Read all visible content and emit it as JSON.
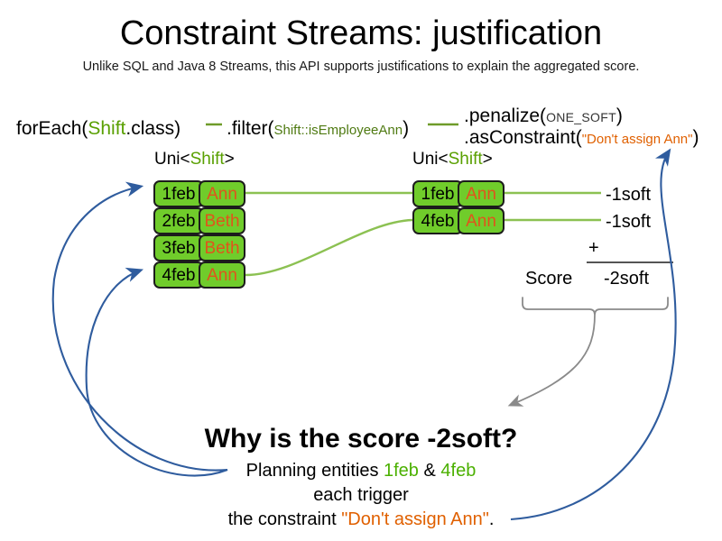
{
  "slide": {
    "title": "Constraint Streams: justification",
    "subtitle": "Unlike SQL and Java 8 Streams, this API supports justifications to explain the aggregated score."
  },
  "code": {
    "foreach": {
      "prefix": "forEach(",
      "type": "Shift",
      "suffix": ".class)"
    },
    "filter": {
      "prefix": ".filter(",
      "arg": "Shift::isEmployeeAnn",
      "suffix": ")"
    },
    "penalize": {
      "prefix": ".penalize(",
      "arg": "ONE_SOFT",
      "suffix": ")"
    },
    "as_constraint": {
      "prefix": ".asConstraint(",
      "arg": "\"Don't assign Ann\"",
      "suffix": ")"
    }
  },
  "streams": {
    "left": {
      "label_prefix": "Uni<",
      "label_type": "Shift",
      "label_suffix": ">",
      "rows": [
        {
          "date": "1feb",
          "employee": "Ann"
        },
        {
          "date": "2feb",
          "employee": "Beth"
        },
        {
          "date": "3feb",
          "employee": "Beth"
        },
        {
          "date": "4feb",
          "employee": "Ann"
        }
      ]
    },
    "right": {
      "label_prefix": "Uni<",
      "label_type": "Shift",
      "label_suffix": ">",
      "rows": [
        {
          "date": "1feb",
          "employee": "Ann"
        },
        {
          "date": "4feb",
          "employee": "Ann"
        }
      ]
    }
  },
  "score": {
    "penalties": [
      "-1soft",
      "-1soft"
    ],
    "operator": "+",
    "label": "Score",
    "total": "-2soft"
  },
  "explanation": {
    "heading": "Why is the score -2soft?",
    "line1_prefix": "Planning entities ",
    "line1_date_a": "1feb",
    "line1_amp": " & ",
    "line1_date_b": "4feb",
    "line2": "each trigger",
    "line3_prefix": "the constraint ",
    "line3_constraint": "\"Don't assign Ann\"",
    "line3_suffix": "."
  },
  "colors": {
    "tuple_fill": "#70cc2b",
    "tuple_border": "#1c1c1c",
    "type_green": "#5aa002",
    "employee_orange": "#e0541c",
    "constraint_orange": "#e06000",
    "connector_green": "#8cc152",
    "justification_blue": "#2f5c9e",
    "brace_gray": "#8a8a8a"
  }
}
